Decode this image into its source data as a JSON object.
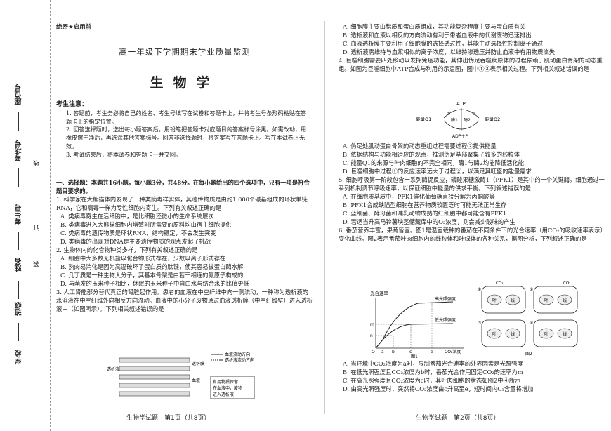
{
  "binding": {
    "fields": [
      "座位号",
      "考场号",
      "考生号",
      "姓名",
      "班级",
      "学校"
    ],
    "cut_marks": [
      "线",
      "订",
      "装"
    ]
  },
  "page1": {
    "secret_label": "绝密★启用前",
    "exam_title": "高一年级下学期期末学业质量监测",
    "subject": "生物学",
    "notes_heading": "考生注意：",
    "notes": [
      "1. 答题前，考生务必将自己的姓名、考生号填写在试卷和答题卡上，并将考生号条形码粘贴在答题卡上的指定位置。",
      "2. 回答选择题时，选出每小题答案后，用铅笔把答题卡对应题目的答案标号涂黑。如需改动，用橡皮擦干净后，再选涂其他答案标号。回答非选择题时，将答案写在答题卡上。写在本试卷上无效。",
      "3. 考试结束后，将本试卷和答题卡一并交回。"
    ],
    "section1": "一、选择题：本题共16小题，每小题3分，共48分。在每小题给出的四个选项中，只有一项是符合题目要求的。",
    "q1": {
      "stem": "1. 科学家在大熊猫体内发现了一种类病毒样实体，其遗传物质是由约1 000个碱基组成的环状单链RNA，它和病毒一样为专性细胞内寄生。下列有关叙述正确的是",
      "options": [
        "A. 类病毒寄生在活细胞中，是比细胞还微小的生命系统层次",
        "B. 类病毒进入大熊猫细胞内增殖时所需要的原料均由宿主细胞提供",
        "C. 类病毒的遗传物质是环状RNA，结构稳定，不会发生突变",
        "D. 类病毒的出现对DNA是主要遗传物质的观点发起了挑战"
      ]
    },
    "q2": {
      "stem": "2. 生物体内的化合物种类多样，下列有关叙述正确的是",
      "options": [
        "A. 细胞中大多数无机盐以化合物形式存在，少数以离子形式存在",
        "B. 熟肉易消化是因为高温破坏了蛋白质的肽键，使其容易被蛋白酶水解",
        "C. 几丁质是一种生物大分子，其基本骨架是由若干相连的氮原子构成的",
        "D. 与萌发的玉米种子相比，休眠的玉米种子中自由水与结合水的比值更低"
      ]
    },
    "q3": {
      "stem": "3. 人工肾能部分替代真正的肾脏起作用。患者的血液在中空纤维中向一侧流动，一种称为透析液的水溶液在中空纤维外向相反方向流动。血液中的小分子废物通过血液透析膜（中空纤维壁）进入透析液中（如图所示）。下列相关叙述错误的是"
    },
    "q3_figure": {
      "legend_blood": "血液流动方向",
      "legend_dialysate": "透析液流动方向",
      "label_dialysate": "透析液",
      "label_membrane": "透析膜",
      "label_blood": "血液",
      "box_text": [
        "有用物质保留",
        "在血液中，废物",
        "进入透析液"
      ]
    },
    "footer": "生物学试题　第1页（共8页）"
  },
  "page2": {
    "q3_options": [
      "A. 细胞膜主要由脂质和蛋白质组成，其功能复杂程度主要与蛋白质有关",
      "B. 透析液和血液以相反的方向流动有利于患者血液中的代谢废物迅速排出",
      "C. 血液透析膜主要利用了细胞膜的选择透过性，其能主动选择性控制离子通过",
      "D. 透析液需维持与血浆相似的离子浓度，以维持渗透压并防止血液中有用物质流失"
    ],
    "q4": {
      "stem": "4. 巨噬细胞需要四处移动以发挥免疫功能，其伸出伪足吞噬病原体的过程依赖于肌动蛋白骨架的动态重组。如图为巨噬细胞中ATP合成与利用的示意图，图中①②表示相关过程。下列相关叙述错误的是",
      "options": [
        "A. 伪足处肌动蛋白骨架的动态重组过程需要过程②提供能量",
        "B. 依据结构与功能相适应的观点，推测伪足基部聚集了较多的线粒体",
        "C. 能量Q1的来源与叶肉细胞的不完全相同，酶1与酶2均能降低活化能",
        "D. 巨噬细胞中过程①的反应速率远大于过程②，以满足其旺盛的能量需求"
      ]
    },
    "q4_figure": {
      "energy_q1": "能量Q1",
      "energy_q2": "能量Q2",
      "atp": "ATP",
      "adp": "ADP＋Pi",
      "enzyme1": "酶1",
      "enzyme2": "酶2",
      "step1": "①",
      "step2": "②"
    },
    "q5": {
      "stem": "5. 细胞呼吸第一阶段包含一系列酶促反应，磷酸果糖激酶1（PFK1）是其中的一个关键酶。细胞通过一系列机制调节呼吸速率，以保证细胞中能量的供求平衡。下列叙述错误的是",
      "options": [
        "A. 在细胞质基质中，PFK1催化葡萄糖直接分解为丙酮酸等",
        "B. PFK1合成缺陷型细胞在营养物质较匮乏时可能无法正常生存",
        "C. 蓝细菌、酵母菌和哺乳动物成熟的红细胞中都可能含有PFK1",
        "D. 若适当升高马铃薯块茎储藏库中的O₂浓度，则会减少酸味的产生"
      ]
    },
    "q6": {
      "stem": "6. 番茄营养丰富，果蔬皆宜。图1是温室栽种的番茄在不同条件下的光合速率（用CO₂的吸收速率表示）变化曲线。图2表示番茄叶肉细胞内的线粒体和叶绿体的各种关系，据图分析，下列叙述正确的是",
      "options": [
        "A. 当环境中CO₂浓度为a时，限制番茄光合速率的外界因素是光照强度",
        "B. 在低光照强度且CO₂浓度为b时，番茄光合作用固定CO₂的速率为m",
        "C. 在高光照强度且CO₂浓度为c时，其叶肉细胞的状态如图2中④所示",
        "D. 由高光照强度时，突然将CO₂浓度由c升高至e，短时间内C₃含量将增加"
      ]
    },
    "figure1": {
      "ylabel": "光合速率",
      "xlabel": "CO₂浓度",
      "high_light": "高光照强度",
      "low_light": "低光照强度",
      "y_ticks": [
        "m",
        "n"
      ],
      "x_ticks": [
        "O",
        "a",
        "b",
        "c",
        "e"
      ],
      "caption": "图1"
    },
    "figure2": {
      "panels": [
        "①",
        "②",
        "③",
        "④"
      ],
      "co2": "CO₂",
      "o2": "O₂",
      "mito": "线",
      "chloro": "叶",
      "caption": "图2"
    },
    "footer": "生物学试题　第2页（共8页）"
  }
}
